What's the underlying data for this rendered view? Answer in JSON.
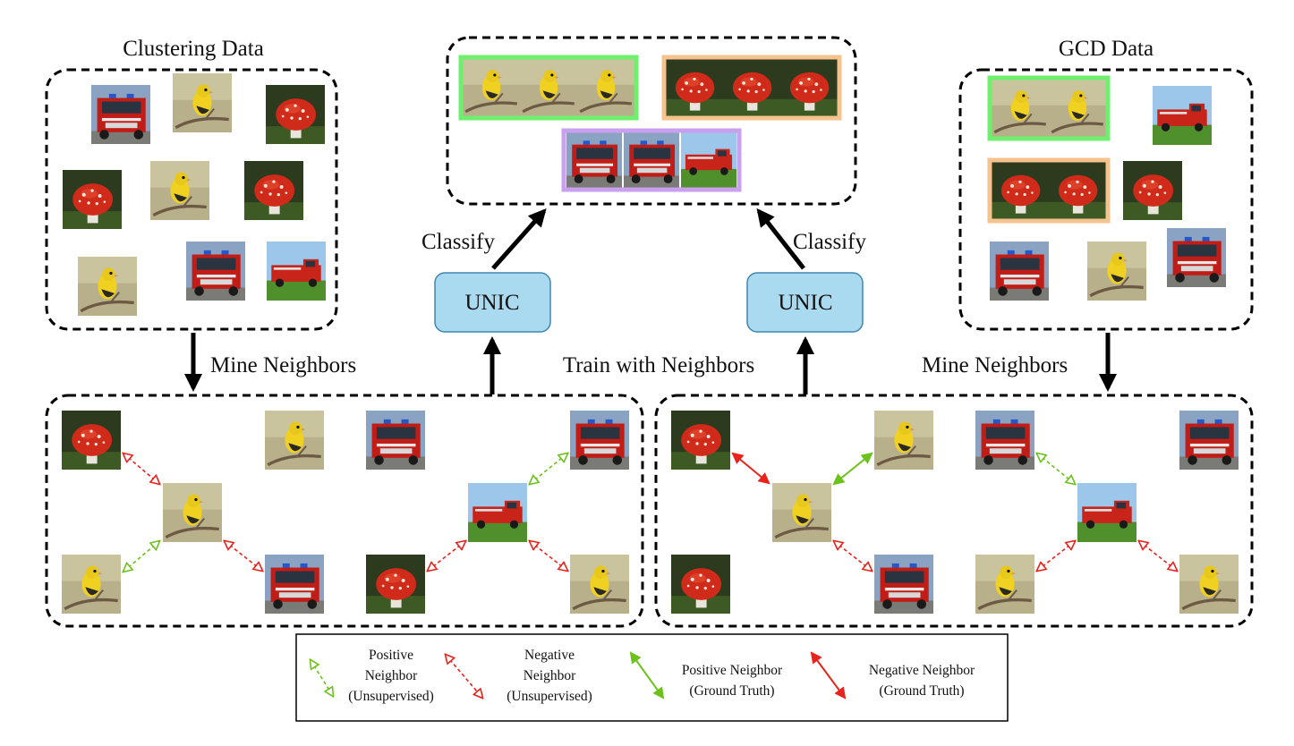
{
  "titles": {
    "clustering": "Clustering Data",
    "gcd": "GCD Data"
  },
  "labels": {
    "mine_left": "Mine Neighbors",
    "mine_right": "Mine Neighbors",
    "train": "Train with Neighbors",
    "classify_left": "Classify",
    "classify_right": "Classify"
  },
  "model": {
    "left": "UNIC",
    "right": "UNIC"
  },
  "legend": {
    "pos_unsup": [
      "Positive",
      "Neighbor",
      "(Unsupervised)"
    ],
    "neg_unsup": [
      "Negative",
      "Neighbor",
      "(Unsupervised)"
    ],
    "pos_gt": [
      "Positive Neighbor",
      "(Ground Truth)"
    ],
    "neg_gt": [
      "Negative Neighbor",
      "(Ground Truth)"
    ]
  },
  "colors": {
    "positive": "#6cc21a",
    "negative": "#e8231c",
    "unic_fill": "#a9daf0",
    "unic_stroke": "#3f86b3",
    "group_bird": "#6ef06e",
    "group_mushroom": "#f6c28e",
    "group_truck": "#c8a0ee"
  },
  "image_icons": [
    "bird-image",
    "mushroom-image",
    "fire-truck-image"
  ]
}
